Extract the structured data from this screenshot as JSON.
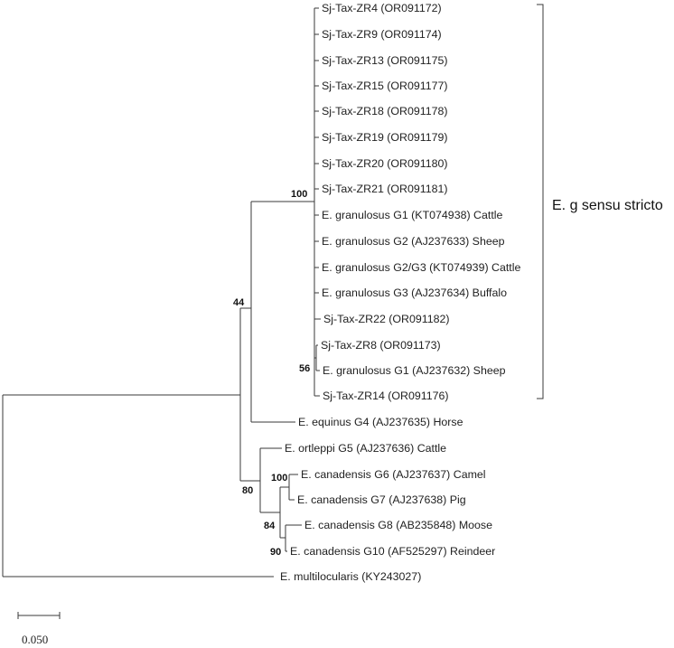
{
  "tree": {
    "taxa": [
      "Sj-Tax-ZR4 (OR091172)",
      "Sj-Tax-ZR9 (OR091174)",
      "Sj-Tax-ZR13 (OR091175)",
      "Sj-Tax-ZR15 (OR091177)",
      "Sj-Tax-ZR18 (OR091178)",
      "Sj-Tax-ZR19 (OR091179)",
      "Sj-Tax-ZR20 (OR091180)",
      "Sj-Tax-ZR21 (OR091181)",
      "E. granulosus G1 (KT074938) Cattle",
      "E. granulosus G2 (AJ237633) Sheep",
      "E. granulosus G2/G3 (KT074939) Cattle",
      "E. granulosus G3 (AJ237634) Buffalo",
      "Sj-Tax-ZR22 (OR091182)",
      "Sj-Tax-ZR8 (OR091173)",
      "E. granulosus G1 (AJ237632) Sheep",
      "Sj-Tax-ZR14 (OR091176)",
      "E. equinus G4 (AJ237635) Horse",
      "E. ortleppi G5 (AJ237636) Cattle",
      "E. canadensis G6 (AJ237637) Camel",
      "E. canadensis G7 (AJ237638) Pig",
      "E. canadensis G8 (AB235848) Moose",
      "E. canadensis G10 (AF525297) Reindeer",
      "E. multilocularis (KY243027)"
    ],
    "support_values": {
      "granulosus_clade": "100",
      "granulosus_equinus": "44",
      "zr8_sheep": "56",
      "canadensis_ortleppi": "80",
      "g6_g7": "100",
      "canadensis_all": "84",
      "g8_g10": "90"
    },
    "clade_label": "E. g sensu stricto",
    "scale_bar": {
      "value": 0.05,
      "label": "0.050"
    }
  }
}
